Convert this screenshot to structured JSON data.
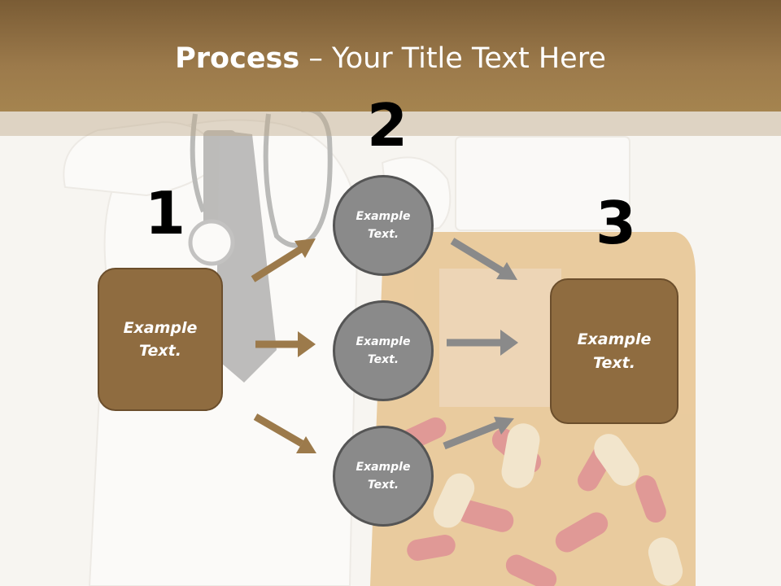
{
  "title": {
    "bold": "Process",
    "rest": " – Your Title Text Here"
  },
  "steps": {
    "one": {
      "number": "1",
      "text": "Example\nText."
    },
    "two": {
      "number": "2",
      "items": [
        "Example\nText.",
        "Example\nText.",
        "Example\nText."
      ]
    },
    "three": {
      "number": "3",
      "text": "Example\nText."
    }
  },
  "colors": {
    "header": "#9c7a4b",
    "box": "#8f6c40",
    "circle": "#8a8a8a",
    "arrow_brown": "#9c7a4b",
    "arrow_gray": "#8a8a8a"
  }
}
